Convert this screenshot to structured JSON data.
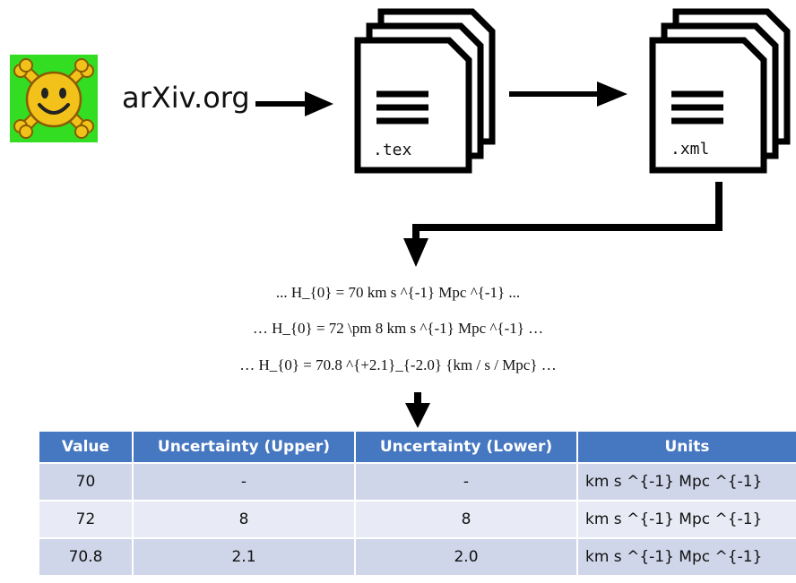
{
  "source": {
    "label": "arXiv.org",
    "logo_icon": "smiley-crossbones-icon"
  },
  "files": {
    "tex_label": ".tex",
    "xml_label": ".xml"
  },
  "equations": [
    "... H_{0} = 70 km s ^{-1} Mpc ^{-1} ...",
    "… H_{0} = 72 \\pm 8 km s ^{-1} Mpc ^{-1} …",
    "… H_{0} = 70.8 ^{+2.1}_{-2.0} {km / s / Mpc} …"
  ],
  "table": {
    "headers": [
      "Value",
      "Uncertainty (Upper)",
      "Uncertainty (Lower)",
      "Units"
    ],
    "rows": [
      [
        "70",
        "-",
        "-",
        "km s ^{-1} Mpc ^{-1}"
      ],
      [
        "72",
        "8",
        "8",
        "km s ^{-1} Mpc ^{-1}"
      ],
      [
        "70.8",
        "2.1",
        "2.0",
        "km s ^{-1} Mpc ^{-1}"
      ]
    ]
  },
  "colors": {
    "logo_bg": "#33dd22",
    "logo_face": "#f2c21a",
    "header_bg": "#4677c1",
    "row_dark": "#cfd6ea",
    "row_light": "#e8ebf5"
  }
}
